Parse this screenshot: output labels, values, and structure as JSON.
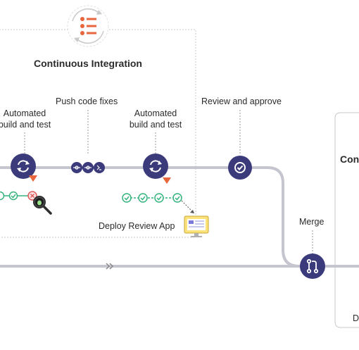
{
  "ci_panel": {
    "title": "Continuous Integration"
  },
  "cd_panel": {
    "title_fragment": "Con",
    "bottom_fragment": "D"
  },
  "labels": {
    "push_code_fixes": "Push code fixes",
    "automated_left_line1": "Automated",
    "automated_left_line2": "build and test",
    "automated_right_line1": "Automated",
    "automated_right_line2": "build and test",
    "review_approve": "Review and approve",
    "deploy_review_app": "Deploy Review App",
    "merge": "Merge"
  },
  "icons": {
    "ci_emblem": "checklist-cycle-icon",
    "build_node": "refresh-icon",
    "approve_node": "check-circle-icon",
    "merge_node": "merge-request-icon",
    "commit_group": "commit-icon",
    "test_passed": "check-circle-icon",
    "test_failed": "x-circle-icon",
    "bug_search": "bug-magnifier-icon",
    "review_app": "monitor-icon",
    "fox": "gitlab-fox-icon",
    "main_arrow": "double-chevron-right-icon"
  },
  "colors": {
    "node_fill": "#3b3a7a",
    "track": "#c5c5d0",
    "pass": "#36b37e",
    "fail": "#e05c5c",
    "panel_border": "#c8c8c8",
    "accent_orange": "#e8663d"
  }
}
